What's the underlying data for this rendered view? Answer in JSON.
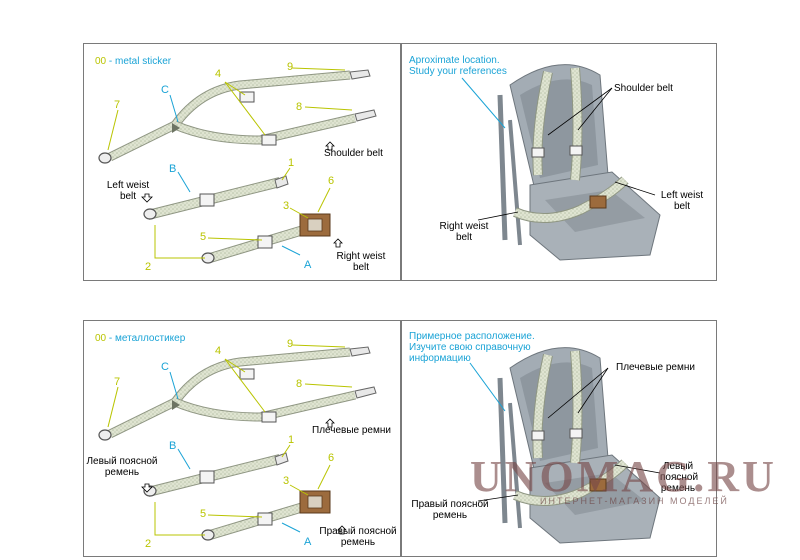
{
  "colors": {
    "accent_cyan": "#1aa3d6",
    "number_yellow_green": "#b9c400",
    "belt": "#d6dcc8",
    "seat": "#9aa3ab"
  },
  "top": {
    "left": {
      "sticker_code": "00",
      "sticker_text": " - metal sticker",
      "parts": {
        "p1": "1",
        "p2": "2",
        "p3": "3",
        "p4": "4",
        "p5": "5",
        "p6": "6",
        "p7": "7",
        "p8": "8",
        "p9": "9",
        "pA": "A",
        "pB": "B",
        "pC": "C"
      },
      "shoulder_label": "Shoulder belt",
      "left_waist_label": [
        "Left weist",
        "belt"
      ],
      "right_waist_label": [
        "Right weist",
        "belt"
      ]
    },
    "right": {
      "note": [
        "Aproximate location.",
        "Study your references"
      ],
      "shoulder_label": "Shoulder belt",
      "left_waist_label": [
        "Left weist",
        "belt"
      ],
      "right_waist_label": [
        "Right weist",
        "belt"
      ]
    }
  },
  "bottom": {
    "left": {
      "sticker_code": "00",
      "sticker_text": " - металлостикер",
      "parts": {
        "p1": "1",
        "p2": "2",
        "p3": "3",
        "p4": "4",
        "p5": "5",
        "p6": "6",
        "p7": "7",
        "p8": "8",
        "p9": "9",
        "pA": "A",
        "pB": "B",
        "pC": "C"
      },
      "shoulder_label": "Плечевые ремни",
      "left_waist_label": [
        "Левый поясной",
        "ремень"
      ],
      "right_waist_label": [
        "Правый поясной",
        "ремень"
      ]
    },
    "right": {
      "note": [
        "Примерное расположение.",
        "Изучите свою справочную",
        "информацию"
      ],
      "shoulder_label": "Плечевые ремни",
      "left_waist_label": [
        "Левый",
        "поясной",
        "ремень"
      ],
      "right_waist_label": [
        "Правый поясной",
        "ремень"
      ]
    }
  },
  "watermark": {
    "logo": "UNOMAG.RU",
    "tagline": "ИНТЕРНЕТ-МАГАЗИН МОДЕЛЕЙ"
  }
}
